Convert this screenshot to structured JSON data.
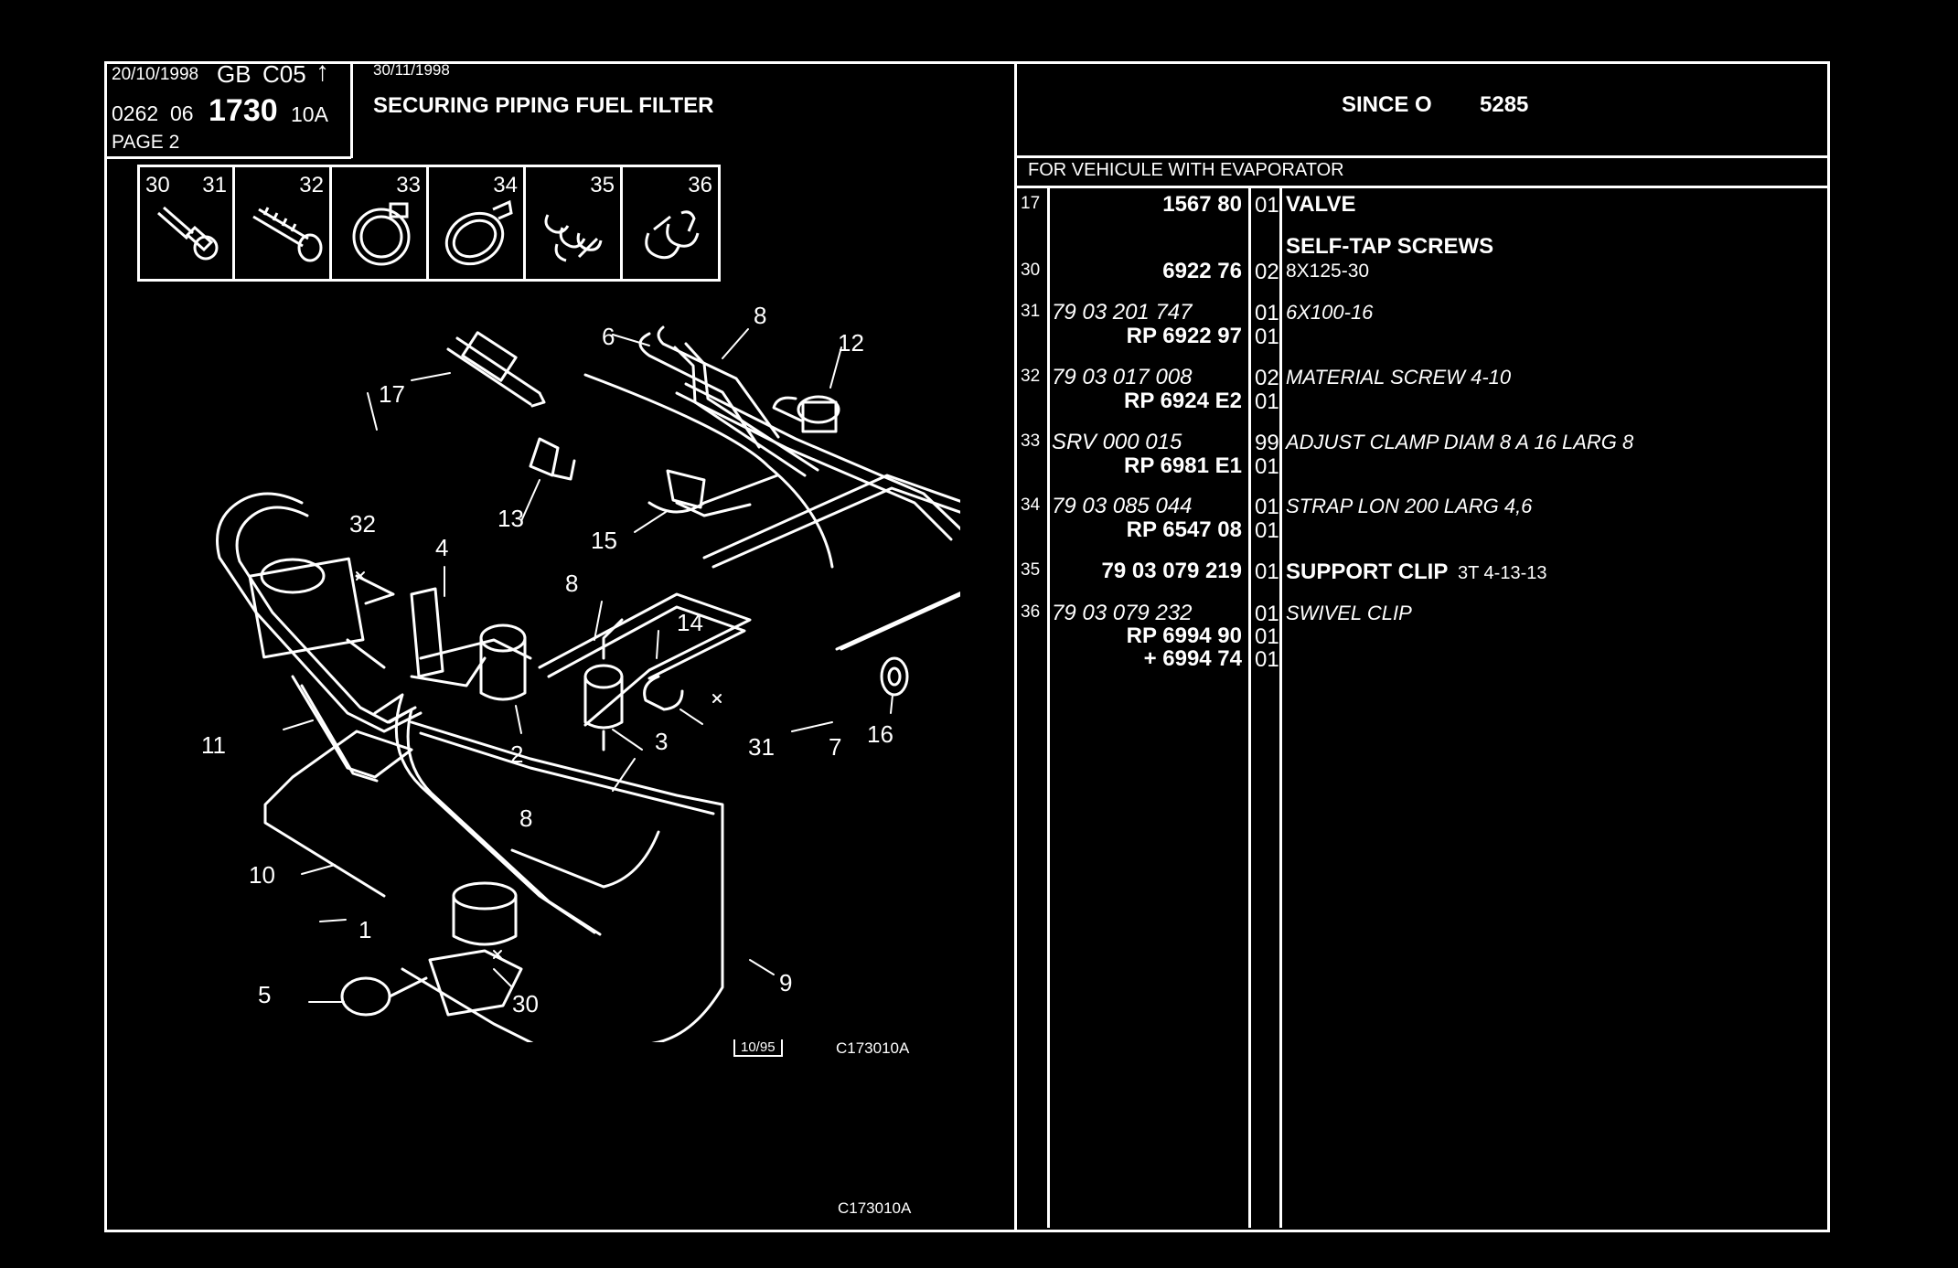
{
  "header": {
    "date1": "20/10/1998",
    "lang": "GB",
    "code": "C05",
    "arrow": "↑",
    "ref_a": "0262",
    "ref_b": "06",
    "ref_main": "1730",
    "ref_c": "10A",
    "page": "PAGE 2",
    "date2": "30/11/1998",
    "title": "SECURING PIPING FUEL FILTER",
    "since_label": "SINCE O",
    "since_value": "5285"
  },
  "diagram": {
    "small_parts": [
      "30",
      "31",
      "32",
      "33",
      "34",
      "35",
      "36"
    ],
    "callouts": [
      "17",
      "6",
      "8",
      "12",
      "13",
      "15",
      "32",
      "4",
      "8",
      "14",
      "11",
      "2",
      "3",
      "31",
      "7",
      "16",
      "8",
      "10",
      "1",
      "5",
      "30",
      "9"
    ],
    "stamp_date": "10/95",
    "ref_code_1": "C173010A",
    "ref_code_2": "C173010A"
  },
  "parts_table": {
    "section_title": "FOR VEHICULE WITH EVAPORATOR",
    "rows": [
      {
        "item": "17",
        "ref": "1567 80",
        "qty": "01",
        "desc": "VALVE",
        "bold": true
      },
      {
        "item": "",
        "ref": "",
        "qty": "",
        "desc": "SELF-TAP SCREWS",
        "bold": true
      },
      {
        "item": "30",
        "ref": "6922 76",
        "qty": "02",
        "desc": "8X125-30",
        "bold": false
      },
      {
        "item": "31",
        "ref": "79 03 201 747",
        "qty": "01",
        "desc": "6X100-16",
        "bold": false,
        "italic": true
      },
      {
        "item": "",
        "ref": "RP  6922 97",
        "qty": "01",
        "desc": "",
        "bold": true
      },
      {
        "item": "32",
        "ref": "79 03 017 008",
        "qty": "02",
        "desc": "MATERIAL SCREW 4-10",
        "italic": true
      },
      {
        "item": "",
        "ref": "RP  6924 E2",
        "qty": "01",
        "desc": "",
        "bold": true
      },
      {
        "item": "33",
        "ref": "SRV 000 015",
        "qty": "99",
        "desc": "ADJUST CLAMP DIAM 8 A 16 LARG 8",
        "italic": true
      },
      {
        "item": "",
        "ref": "RP  6981 E1",
        "qty": "01",
        "desc": "",
        "bold": true
      },
      {
        "item": "34",
        "ref": "79 03 085 044",
        "qty": "01",
        "desc": "STRAP LON 200 LARG 4,6",
        "italic": true
      },
      {
        "item": "",
        "ref": "RP  6547 08",
        "qty": "01",
        "desc": "",
        "bold": true
      },
      {
        "item": "35",
        "ref": "79 03 079 219",
        "qty": "01",
        "desc": "SUPPORT CLIP",
        "desc_extra": "3T 4-13-13",
        "bold": true
      },
      {
        "item": "36",
        "ref": "79 03 079 232",
        "qty": "01",
        "desc": "SWIVEL CLIP",
        "italic": true
      },
      {
        "item": "",
        "ref": "RP  6994 90",
        "qty": "01",
        "desc": "",
        "bold": true
      },
      {
        "item": "",
        "ref": "+  6994 74",
        "qty": "01",
        "desc": "",
        "bold": true
      }
    ]
  }
}
